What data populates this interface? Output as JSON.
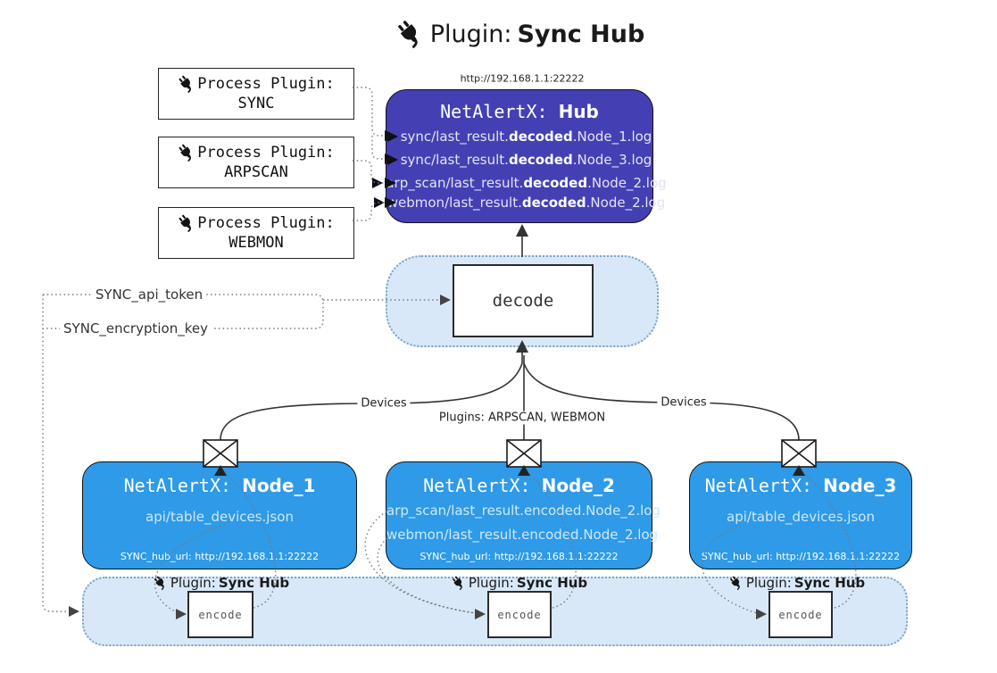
{
  "title": {
    "prefix": "Plugin: ",
    "name": "Sync Hub"
  },
  "process_plugins": [
    {
      "label": "Process Plugin:",
      "name": "SYNC"
    },
    {
      "label": "Process Plugin:",
      "name": "ARPSCAN"
    },
    {
      "label": "Process Plugin:",
      "name": "WEBMON"
    }
  ],
  "hub": {
    "url": "http://192.168.1.1:22222",
    "name_prefix": "NetAlertX: ",
    "name": "Hub",
    "logs": [
      {
        "pre": "sync/last_result.",
        "em": "decoded",
        "post": ".Node_1.log"
      },
      {
        "pre": "sync/last_result.",
        "em": "decoded",
        "post": ".Node_3.log"
      },
      {
        "pre": "arp_scan/last_result.",
        "em": "decoded",
        "post": ".Node_2.log"
      },
      {
        "pre": "webmon/last_result.",
        "em": "decoded",
        "post": ".Node_2.log"
      }
    ]
  },
  "decode": {
    "label": "decode"
  },
  "config": {
    "api_token": "SYNC_api_token",
    "encryption_key": "SYNC_encryption_key"
  },
  "edge_labels": {
    "devices_left": "Devices",
    "devices_right": "Devices",
    "plugins": "Plugins: ARPSCAN, WEBMON"
  },
  "nodes": [
    {
      "name_prefix": "NetAlertX: ",
      "name": "Node_1",
      "files": [
        "api/table_devices.json"
      ],
      "hub_url": "SYNC_hub_url: http://192.168.1.1:22222"
    },
    {
      "name_prefix": "NetAlertX: ",
      "name": "Node_2",
      "files": [
        "arp_scan/last_result.encoded.Node_2.log",
        "webmon/last_result.encoded.Node_2.log"
      ],
      "hub_url": "SYNC_hub_url: http://192.168.1.1:22222"
    },
    {
      "name_prefix": "NetAlertX: ",
      "name": "Node_3",
      "files": [
        "api/table_devices.json"
      ],
      "hub_url": "SYNC_hub_url: http://192.168.1.1:22222"
    }
  ],
  "encoders": [
    {
      "plugin_prefix": "Plugin: ",
      "plugin_name": "Sync Hub",
      "label": "encode"
    },
    {
      "plugin_prefix": "Plugin: ",
      "plugin_name": "Sync Hub",
      "label": "encode"
    },
    {
      "plugin_prefix": "Plugin: ",
      "plugin_name": "Sync Hub",
      "label": "encode"
    }
  ],
  "colors": {
    "hub_fill": "#4440b3",
    "node_fill": "#2e9ae8",
    "group_fill": "#d8e8f8",
    "group_border": "#7fa0c4",
    "wire_solid": "#333333",
    "wire_dotted": "#787878"
  }
}
